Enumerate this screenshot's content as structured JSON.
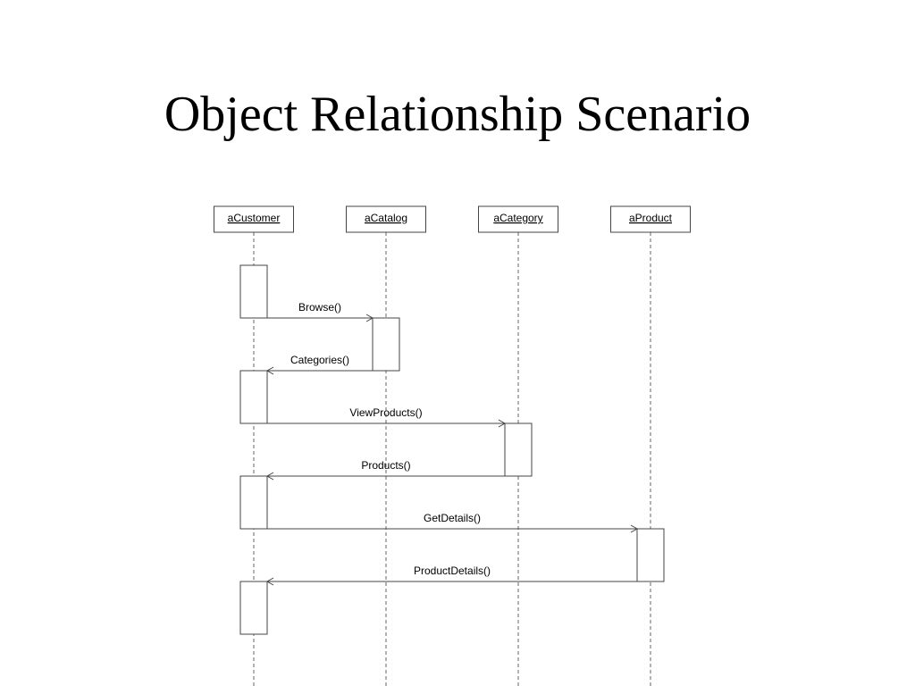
{
  "slide": {
    "title": "Object Relationship Scenario"
  },
  "objects": [
    {
      "id": "customer",
      "name": "aCustomer"
    },
    {
      "id": "catalog",
      "name": "aCatalog"
    },
    {
      "id": "category",
      "name": "aCategory"
    },
    {
      "id": "product",
      "name": "aProduct"
    }
  ],
  "messages": [
    {
      "label": "Browse()",
      "from": "customer",
      "to": "catalog"
    },
    {
      "label": "Categories()",
      "from": "catalog",
      "to": "customer"
    },
    {
      "label": "ViewProducts()",
      "from": "customer",
      "to": "category"
    },
    {
      "label": "Products()",
      "from": "category",
      "to": "customer"
    },
    {
      "label": "GetDetails()",
      "from": "customer",
      "to": "product"
    },
    {
      "label": "ProductDetails()",
      "from": "product",
      "to": "customer"
    }
  ],
  "colors": {
    "line": "#444444",
    "dashed_lifeline": "#666666",
    "text": "#000000"
  }
}
